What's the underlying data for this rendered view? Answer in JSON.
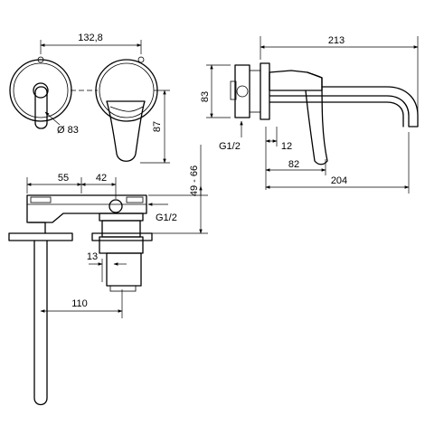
{
  "dimensions": {
    "width_front": "132,8",
    "diameter": "Ø 83",
    "height_front": "87",
    "depth_total": "213",
    "height_side": "83",
    "thread_side": "G1/2",
    "offset_12": "12",
    "depth_82": "82",
    "depth_204": "204",
    "adjust_range": "49 - 66",
    "dist_55": "55",
    "dist_42": "42",
    "thread_plan": "G1/2",
    "dist_13": "13",
    "spout_110": "110"
  }
}
